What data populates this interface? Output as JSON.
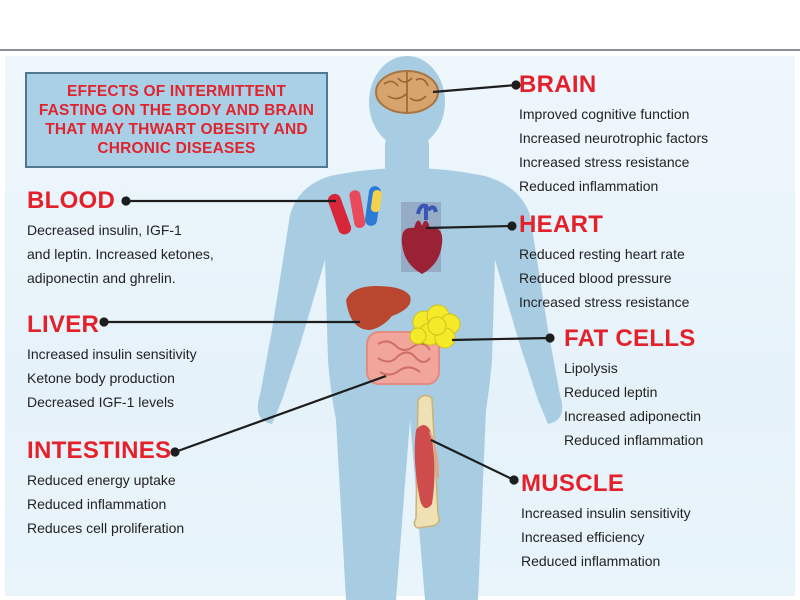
{
  "title_lines": [
    "EFFECTS OF INTERMITTENT",
    "FASTING ON THE BODY AND BRAIN",
    "THAT MAY THWART OBESITY AND",
    "CHRONIC DISEASES"
  ],
  "sections": {
    "brain": {
      "title": "BRAIN",
      "lines": [
        "Improved cognitive function",
        "Increased neurotrophic factors",
        "Increased stress resistance",
        "Reduced inflammation"
      ]
    },
    "blood": {
      "title": "BLOOD",
      "lines": [
        "Decreased insulin, IGF-1",
        "and leptin. Increased ketones,",
        "adiponectin and ghrelin."
      ]
    },
    "heart": {
      "title": "HEART",
      "lines": [
        "Reduced resting heart rate",
        "Reduced blood pressure",
        "Increased stress resistance"
      ]
    },
    "liver": {
      "title": "LIVER",
      "lines": [
        "Increased insulin sensitivity",
        "Ketone body production",
        "Decreased IGF-1 levels"
      ]
    },
    "fat_cells": {
      "title": "FAT CELLS",
      "lines": [
        "Lipolysis",
        "Reduced leptin",
        "Increased adiponectin",
        "Reduced inflammation"
      ]
    },
    "intestines": {
      "title": "INTESTINES",
      "lines": [
        "Reduced energy uptake",
        "Reduced inflammation",
        "Reduces cell proliferation"
      ]
    },
    "muscle": {
      "title": "MUSCLE",
      "lines": [
        "Increased insulin sensitivity",
        "Increased efficiency",
        "Reduced inflammation"
      ]
    }
  },
  "colors": {
    "heading_red": "#e3212b",
    "body_silhouette": "#a8cde3",
    "title_box_fill": "#a9d0e7",
    "panel_background": "#e8f4fb"
  }
}
